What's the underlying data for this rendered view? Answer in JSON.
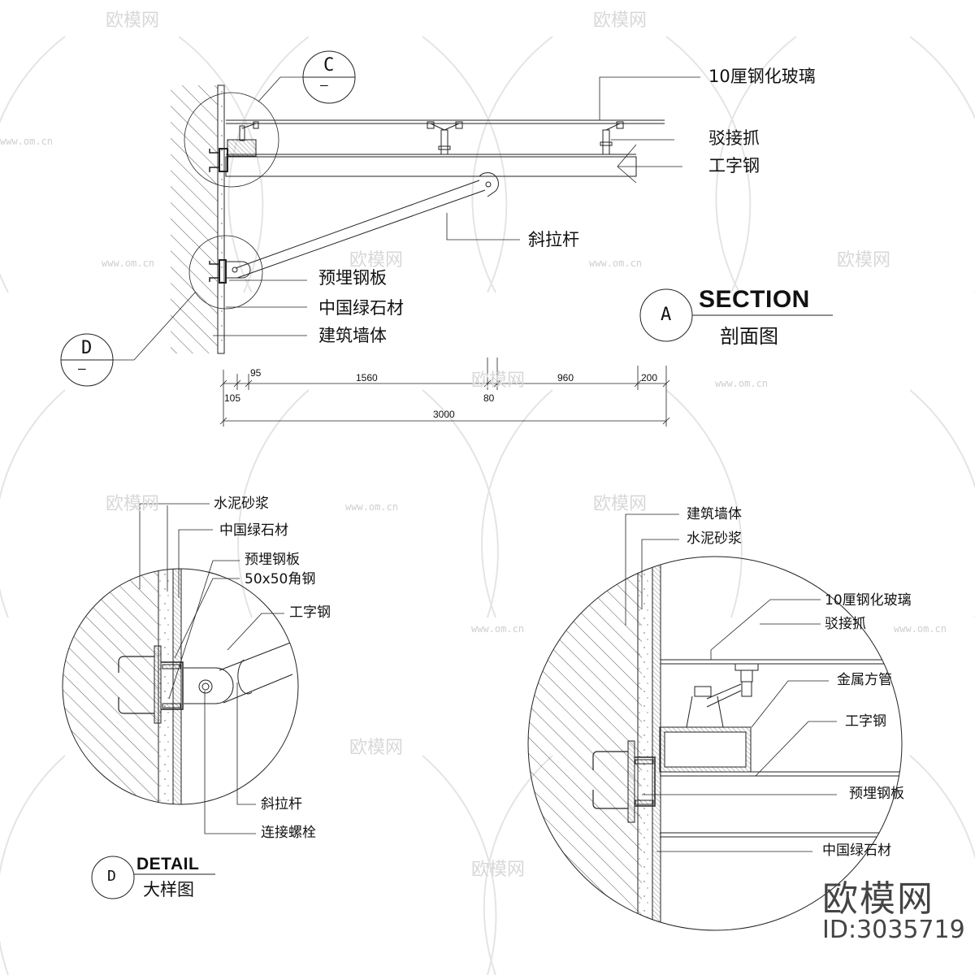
{
  "section": {
    "bubble_c": {
      "letter": "C",
      "sub": "—"
    },
    "bubble_d": {
      "letter": "D",
      "sub": "—"
    },
    "bubble_a": {
      "letter": "A"
    },
    "title_en": "SECTION",
    "title_cn": "剖面图",
    "labels": {
      "glass": "10厘钢化玻璃",
      "spider": "驳接抓",
      "ibeam": "工字钢",
      "tierod": "斜拉杆",
      "embed_plate": "预埋钢板",
      "green_stone": "中国绿石材",
      "wall": "建筑墙体"
    },
    "dimensions": {
      "row1": [
        "95",
        "1560",
        "960",
        "200"
      ],
      "row1_lower": [
        "105",
        "80"
      ],
      "total": "3000"
    }
  },
  "detail_d": {
    "bubble": {
      "letter": "D"
    },
    "title_en": "DETAIL",
    "title_cn": "大样图",
    "labels": {
      "mortar": "水泥砂浆",
      "green_stone": "中国绿石材",
      "embed_plate": "预埋钢板",
      "angle": "50x50角钢",
      "ibeam": "工字钢",
      "tierod": "斜拉杆",
      "bolt": "连接螺栓"
    }
  },
  "detail_c": {
    "labels": {
      "wall": "建筑墙体",
      "mortar": "水泥砂浆",
      "glass": "10厘钢化玻璃",
      "spider": "驳接抓",
      "square_tube": "金属方管",
      "ibeam": "工字钢",
      "embed_plate": "预埋钢板",
      "green_stone": "中国绿石材"
    }
  },
  "watermark": {
    "brand": "欧模网",
    "id": "ID:3035719",
    "url": "www.om.cn"
  }
}
